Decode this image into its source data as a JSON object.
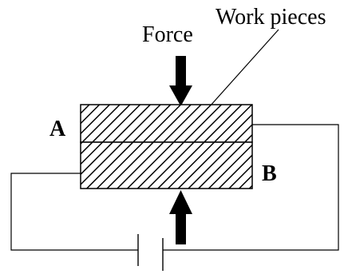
{
  "labels": {
    "force": "Force",
    "work_pieces": "Work pieces",
    "piece_a": "A",
    "piece_b": "B"
  },
  "components": {
    "upper_work_piece": "hatched-block",
    "lower_work_piece": "hatched-block",
    "top_arrow": "arrow-down-icon",
    "bottom_arrow": "arrow-up-icon",
    "power_source": "battery-icon"
  },
  "colors": {
    "ink": "#000000",
    "background": "#ffffff"
  }
}
